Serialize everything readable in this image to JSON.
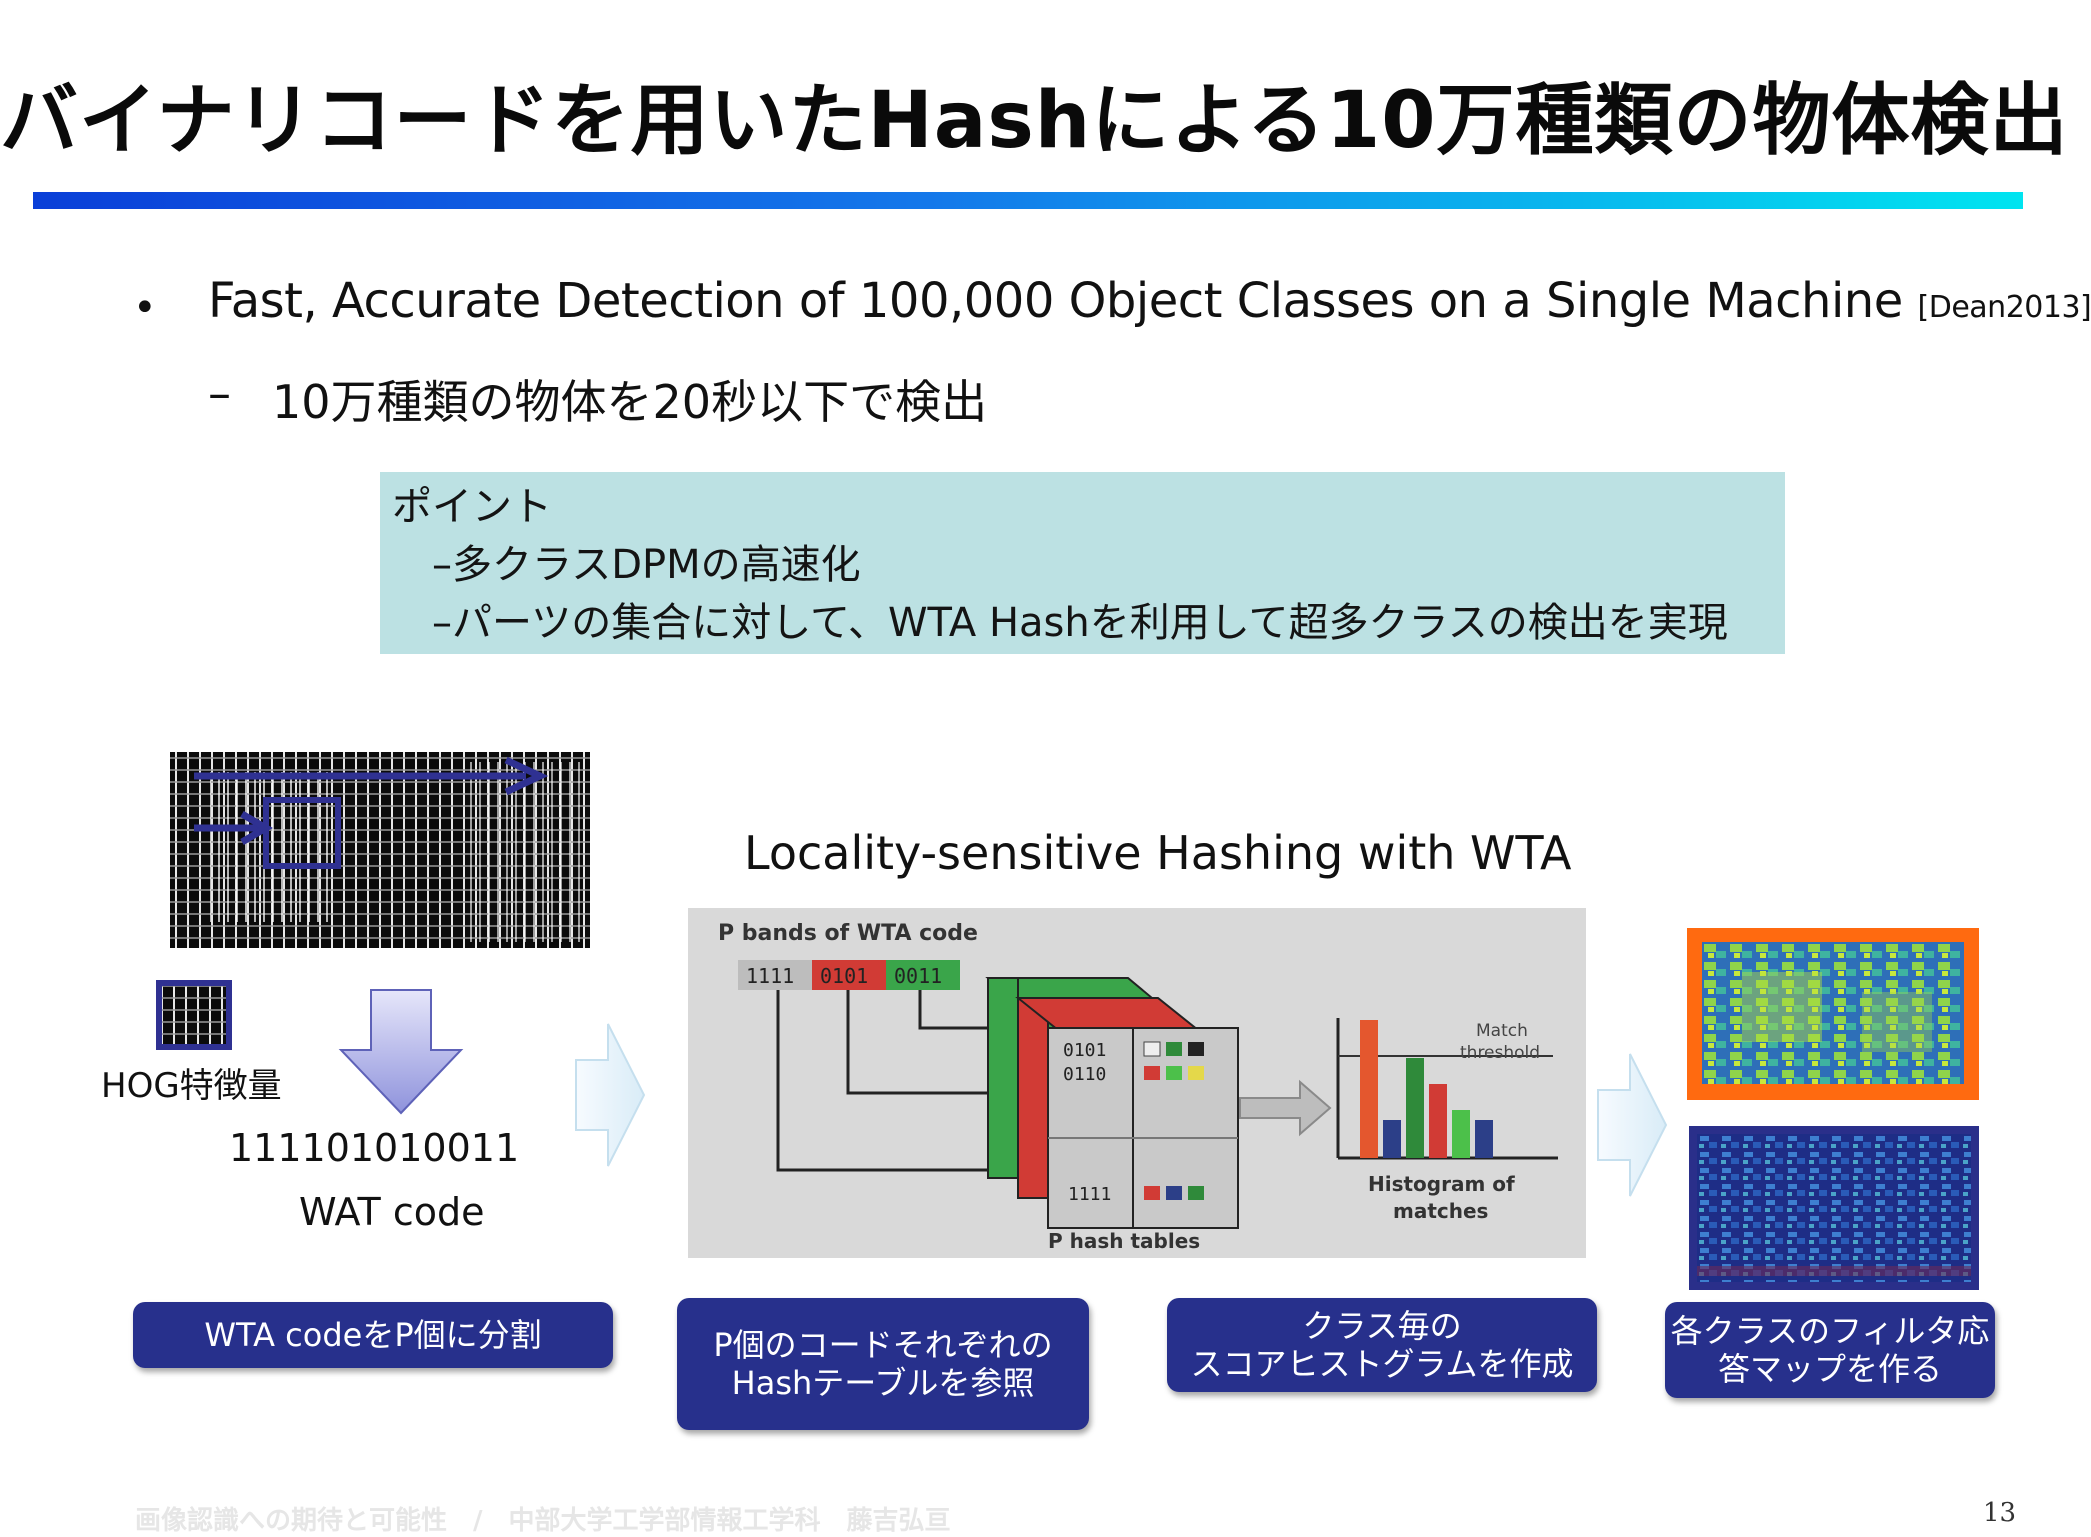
{
  "slide": {
    "title": "バイナリコードを用いたHashによる10万種類の物体検出",
    "bullets": [
      {
        "marker": "•",
        "text": "Fast, Accurate Detection of 100,000 Object Classes on a Single Machine",
        "citation": "[Dean2013]"
      },
      {
        "marker": "–",
        "text": "10万種類の物体を20秒以下で検出"
      }
    ],
    "point_box": {
      "heading": "ポイント",
      "items": [
        "–多クラスDPMの高速化",
        "–パーツの集合に対して、WTA Hashを利用して超多クラスの検出を実現"
      ]
    },
    "hog": {
      "label": "HOG特徴量",
      "binary_code": "111101010011",
      "code_label": "WAT code"
    },
    "figure": {
      "title": "Locality-sensitive Hashing with WTA",
      "bands_label": "P bands of WTA code",
      "bands": [
        "1111",
        "0101",
        "0011"
      ],
      "table_rows": [
        "0101",
        "0110",
        "1111"
      ],
      "hash_tables_label": "P hash tables",
      "match_threshold_label": [
        "Match",
        "threshold"
      ],
      "histogram_label": [
        "Histogram of",
        "matches"
      ]
    },
    "steps": [
      [
        "WTA codeをP個に分割"
      ],
      [
        "P個のコードそれぞれの",
        "Hashテーブルを参照"
      ],
      [
        "クラス毎の",
        "スコアヒストグラムを作成"
      ],
      [
        "各クラスのフィルタ応",
        "答マップを作る"
      ]
    ],
    "footer": "画像認識への期待と可能性　/　中部大学工学部情報工学科　藤吉弘亘",
    "page_number": "13",
    "colors": {
      "title_rule_start": "#0a3fd8",
      "title_rule_end": "#00e4f0",
      "point_box_bg": "#bce1e3",
      "step_button_bg": "#27308c",
      "heatmap_frame_highlight": "#ff6a10"
    }
  }
}
